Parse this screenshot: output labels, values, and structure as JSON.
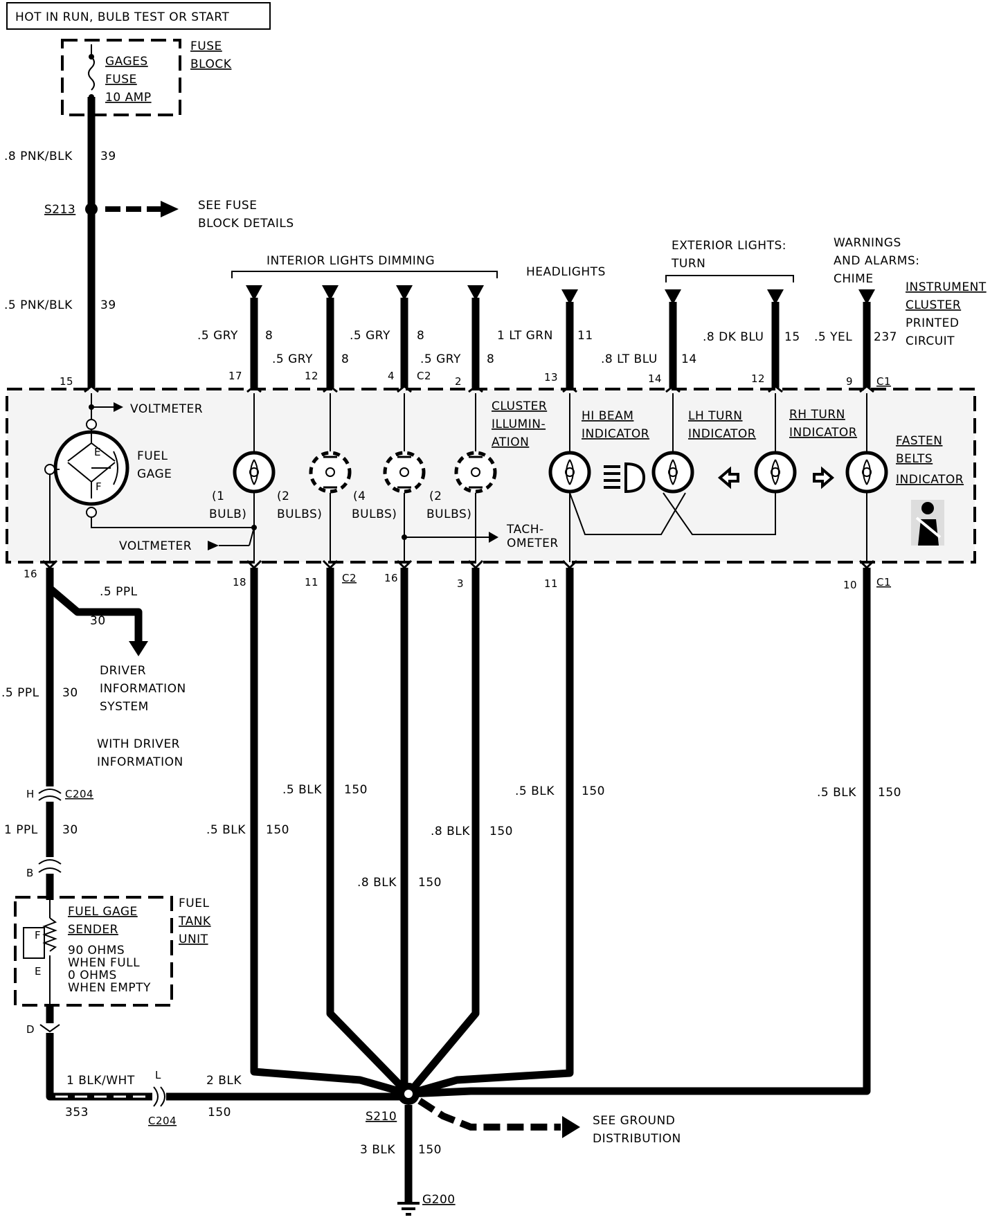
{
  "power_header": "HOT IN RUN, BULB TEST OR START",
  "fuse_block": {
    "title_1": "FUSE",
    "title_2": "BLOCK",
    "fuse_1": "GAGES",
    "fuse_2": "FUSE",
    "fuse_3": "10 AMP"
  },
  "feed_wire_1": {
    "gauge": ".8 PNK/BLK",
    "circuit": "39"
  },
  "splice_s213": "S213",
  "see_fuse": {
    "line1": "SEE FUSE",
    "line2": "BLOCK DETAILS"
  },
  "feed_wire_2": {
    "gauge": ".5 PNK/BLK",
    "circuit": "39"
  },
  "groups": {
    "interior": "INTERIOR LIGHTS DIMMING",
    "headlights": "HEADLIGHTS",
    "ext_1": "EXTERIOR LIGHTS:",
    "ext_2": "TURN",
    "warn_1": "WARNINGS",
    "warn_2": "AND ALARMS:",
    "warn_3": "CHIME"
  },
  "ipc": {
    "line1": "INSTRUMENT",
    "line2": "CLUSTER",
    "line3": "PRINTED",
    "line4": "CIRCUIT"
  },
  "top_wires": [
    {
      "gauge": ".5 GRY",
      "circuit": "8",
      "pin": "17"
    },
    {
      "gauge": ".5 GRY",
      "circuit": "8",
      "pin": "12"
    },
    {
      "gauge": ".5 GRY",
      "circuit": "8",
      "pin": "4"
    },
    {
      "gauge": ".5 GRY",
      "circuit": "8",
      "pin": "2"
    },
    {
      "gauge": "1 LT GRN",
      "circuit": "11",
      "pin": "13"
    },
    {
      "gauge": ".8 LT BLU",
      "circuit": "14",
      "pin": "14"
    },
    {
      "gauge": ".8 DK BLU",
      "circuit": "15",
      "pin": "12"
    },
    {
      "gauge": ".5 YEL",
      "circuit": "237",
      "pin": "9"
    }
  ],
  "pin_15": "15",
  "conn_c2": "C2",
  "conn_c1": "C1",
  "voltmeter_top": "VOLTMETER",
  "voltmeter_bottom": "VOLTMETER",
  "fuel_gage": {
    "line1": "FUEL",
    "line2": "GAGE",
    "e": "E",
    "f": "F"
  },
  "bulbs": [
    {
      "count_1": "(1",
      "count_2": "BULB)"
    },
    {
      "count_1": "(2",
      "count_2": "BULBS)"
    },
    {
      "count_1": "(4",
      "count_2": "BULBS)"
    },
    {
      "count_1": "(2",
      "count_2": "BULBS)"
    }
  ],
  "cluster_illum": {
    "line1": "CLUSTER",
    "line2": "ILLUMIN-",
    "line3": "ATION"
  },
  "hi_beam": {
    "line1": "HI BEAM",
    "line2": "INDICATOR"
  },
  "lh_turn": {
    "line1": "LH TURN",
    "line2": "INDICATOR"
  },
  "rh_turn": {
    "line1": "RH TURN",
    "line2": "INDICATOR"
  },
  "fasten": {
    "line1": "FASTEN",
    "line2": "BELTS",
    "line3": "INDICATOR"
  },
  "tach": {
    "line1": "TACH-",
    "line2": "OMETER"
  },
  "bottom_pins": {
    "p16": "16",
    "p18": "18",
    "p11a": "11",
    "p16b": "16",
    "p3": "3",
    "p11b": "11",
    "p10": "10"
  },
  "branch_wire": {
    "gauge": ".5 PPL",
    "circuit": "30"
  },
  "dis": {
    "line1": "DRIVER",
    "line2": "INFORMATION",
    "line3": "SYSTEM"
  },
  "with_dis": {
    "line1": "WITH DRIVER",
    "line2": "INFORMATION"
  },
  "ppl_wire": {
    "gauge": ".5 PPL",
    "circuit": "30"
  },
  "c204": {
    "label": "C204",
    "pin_h": "H",
    "pin_b": "B",
    "pin_d": "D",
    "pin_l": "L"
  },
  "ppl1_wire": {
    "gauge": "1 PPL",
    "circuit": "30"
  },
  "ground_wires": {
    "w1": {
      "gauge": ".5 BLK",
      "circuit": "150"
    },
    "w2": {
      "gauge": ".5 BLK",
      "circuit": "150"
    },
    "w3": {
      "gauge": ".8 BLK",
      "circuit": "150"
    },
    "w3b": {
      "gauge": ".8 BLK",
      "circuit": "150"
    },
    "w5": {
      "gauge": ".5 BLK",
      "circuit": "150"
    },
    "w6": {
      "gauge": ".5 BLK",
      "circuit": "150"
    }
  },
  "sender": {
    "line1": "FUEL GAGE",
    "line2": "SENDER",
    "line3": "90 OHMS",
    "line4": "WHEN FULL",
    "line5": "0 OHMS",
    "line6": "WHEN EMPTY",
    "f": "F",
    "e": "E"
  },
  "tank_unit": {
    "line1": "FUEL",
    "line2": "TANK",
    "line3": "UNIT"
  },
  "blkwht": {
    "gauge": "1 BLK/WHT",
    "circuit": "353"
  },
  "blk2": {
    "gauge": "2 BLK",
    "circuit": "150"
  },
  "splice_s210": "S210",
  "see_ground": {
    "line1": "SEE GROUND",
    "line2": "DISTRIBUTION"
  },
  "blk3": {
    "gauge": "3 BLK",
    "circuit": "150"
  },
  "ground_g200": "G200"
}
